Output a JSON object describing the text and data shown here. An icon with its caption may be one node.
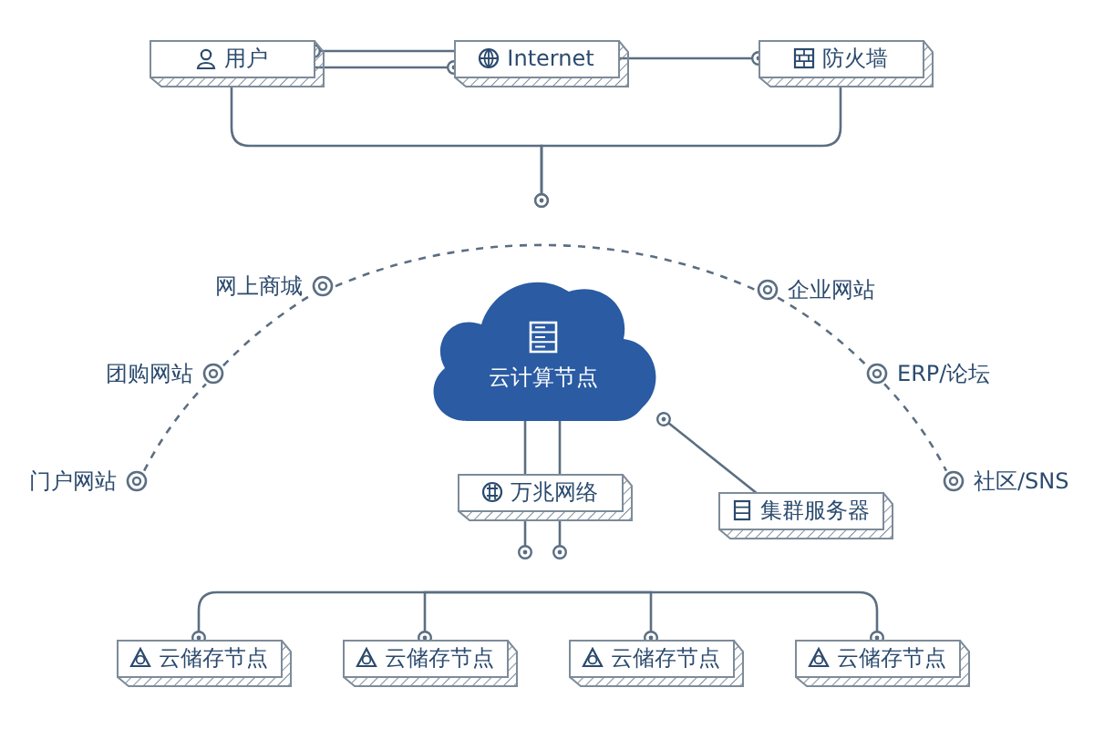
{
  "diagram": {
    "nodes": [
      {
        "text": [
          "用户"
        ]
      },
      {
        "text": [
          "Internet"
        ]
      },
      {
        "text": [
          "防火墙"
        ]
      },
      {
        "text": [
          "网上商城"
        ]
      },
      {
        "text": [
          "团购网站"
        ]
      },
      {
        "text": [
          "门户网站"
        ]
      },
      {
        "text": [
          "企业网站"
        ]
      },
      {
        "text": [
          "ERP/论坛"
        ]
      },
      {
        "text": [
          "社区/SNS"
        ]
      },
      {
        "text": [
          "云计算节点"
        ]
      },
      {
        "text": [
          "万兆网络"
        ]
      },
      {
        "text": [
          "集群服务器"
        ]
      },
      {
        "text": [
          "云储存节点"
        ]
      },
      {
        "text": [
          "云储存节点"
        ]
      },
      {
        "text": [
          "云储存节点"
        ]
      },
      {
        "text": [
          "云储存节点"
        ]
      }
    ],
    "edges": [
      {
        "from": 1,
        "to": 0,
        "arrow": "other"
      },
      {
        "from": 0,
        "to": 1,
        "arrow": "other"
      },
      {
        "from": 1,
        "to": 2,
        "arrow": "other"
      },
      {
        "from": 0,
        "to": null,
        "arrow": "other"
      },
      {
        "from": 2,
        "to": null,
        "arrow": "other"
      },
      {
        "from": 5,
        "to": 4,
        "arrow": "none",
        "style": "dashed"
      },
      {
        "from": 4,
        "to": 3,
        "arrow": "none",
        "style": "dashed"
      },
      {
        "from": 3,
        "to": 6,
        "arrow": "none",
        "style": "dashed"
      },
      {
        "from": 6,
        "to": 7,
        "arrow": "none",
        "style": "dashed"
      },
      {
        "from": 7,
        "to": 8,
        "arrow": "none",
        "style": "dashed"
      },
      {
        "from": 9,
        "to": 10,
        "arrow": "none"
      },
      {
        "from": 9,
        "to": 10,
        "arrow": "none"
      },
      {
        "from": 11,
        "to": 9,
        "arrow": "other"
      },
      {
        "from": 10,
        "to": null,
        "arrow": "other"
      },
      {
        "from": 10,
        "to": null,
        "arrow": "other"
      },
      {
        "from": null,
        "to": 12,
        "arrow": "other"
      },
      {
        "from": null,
        "to": 13,
        "arrow": "other"
      },
      {
        "from": null,
        "to": 14,
        "arrow": "other"
      },
      {
        "from": null,
        "to": 15,
        "arrow": "other"
      }
    ]
  }
}
